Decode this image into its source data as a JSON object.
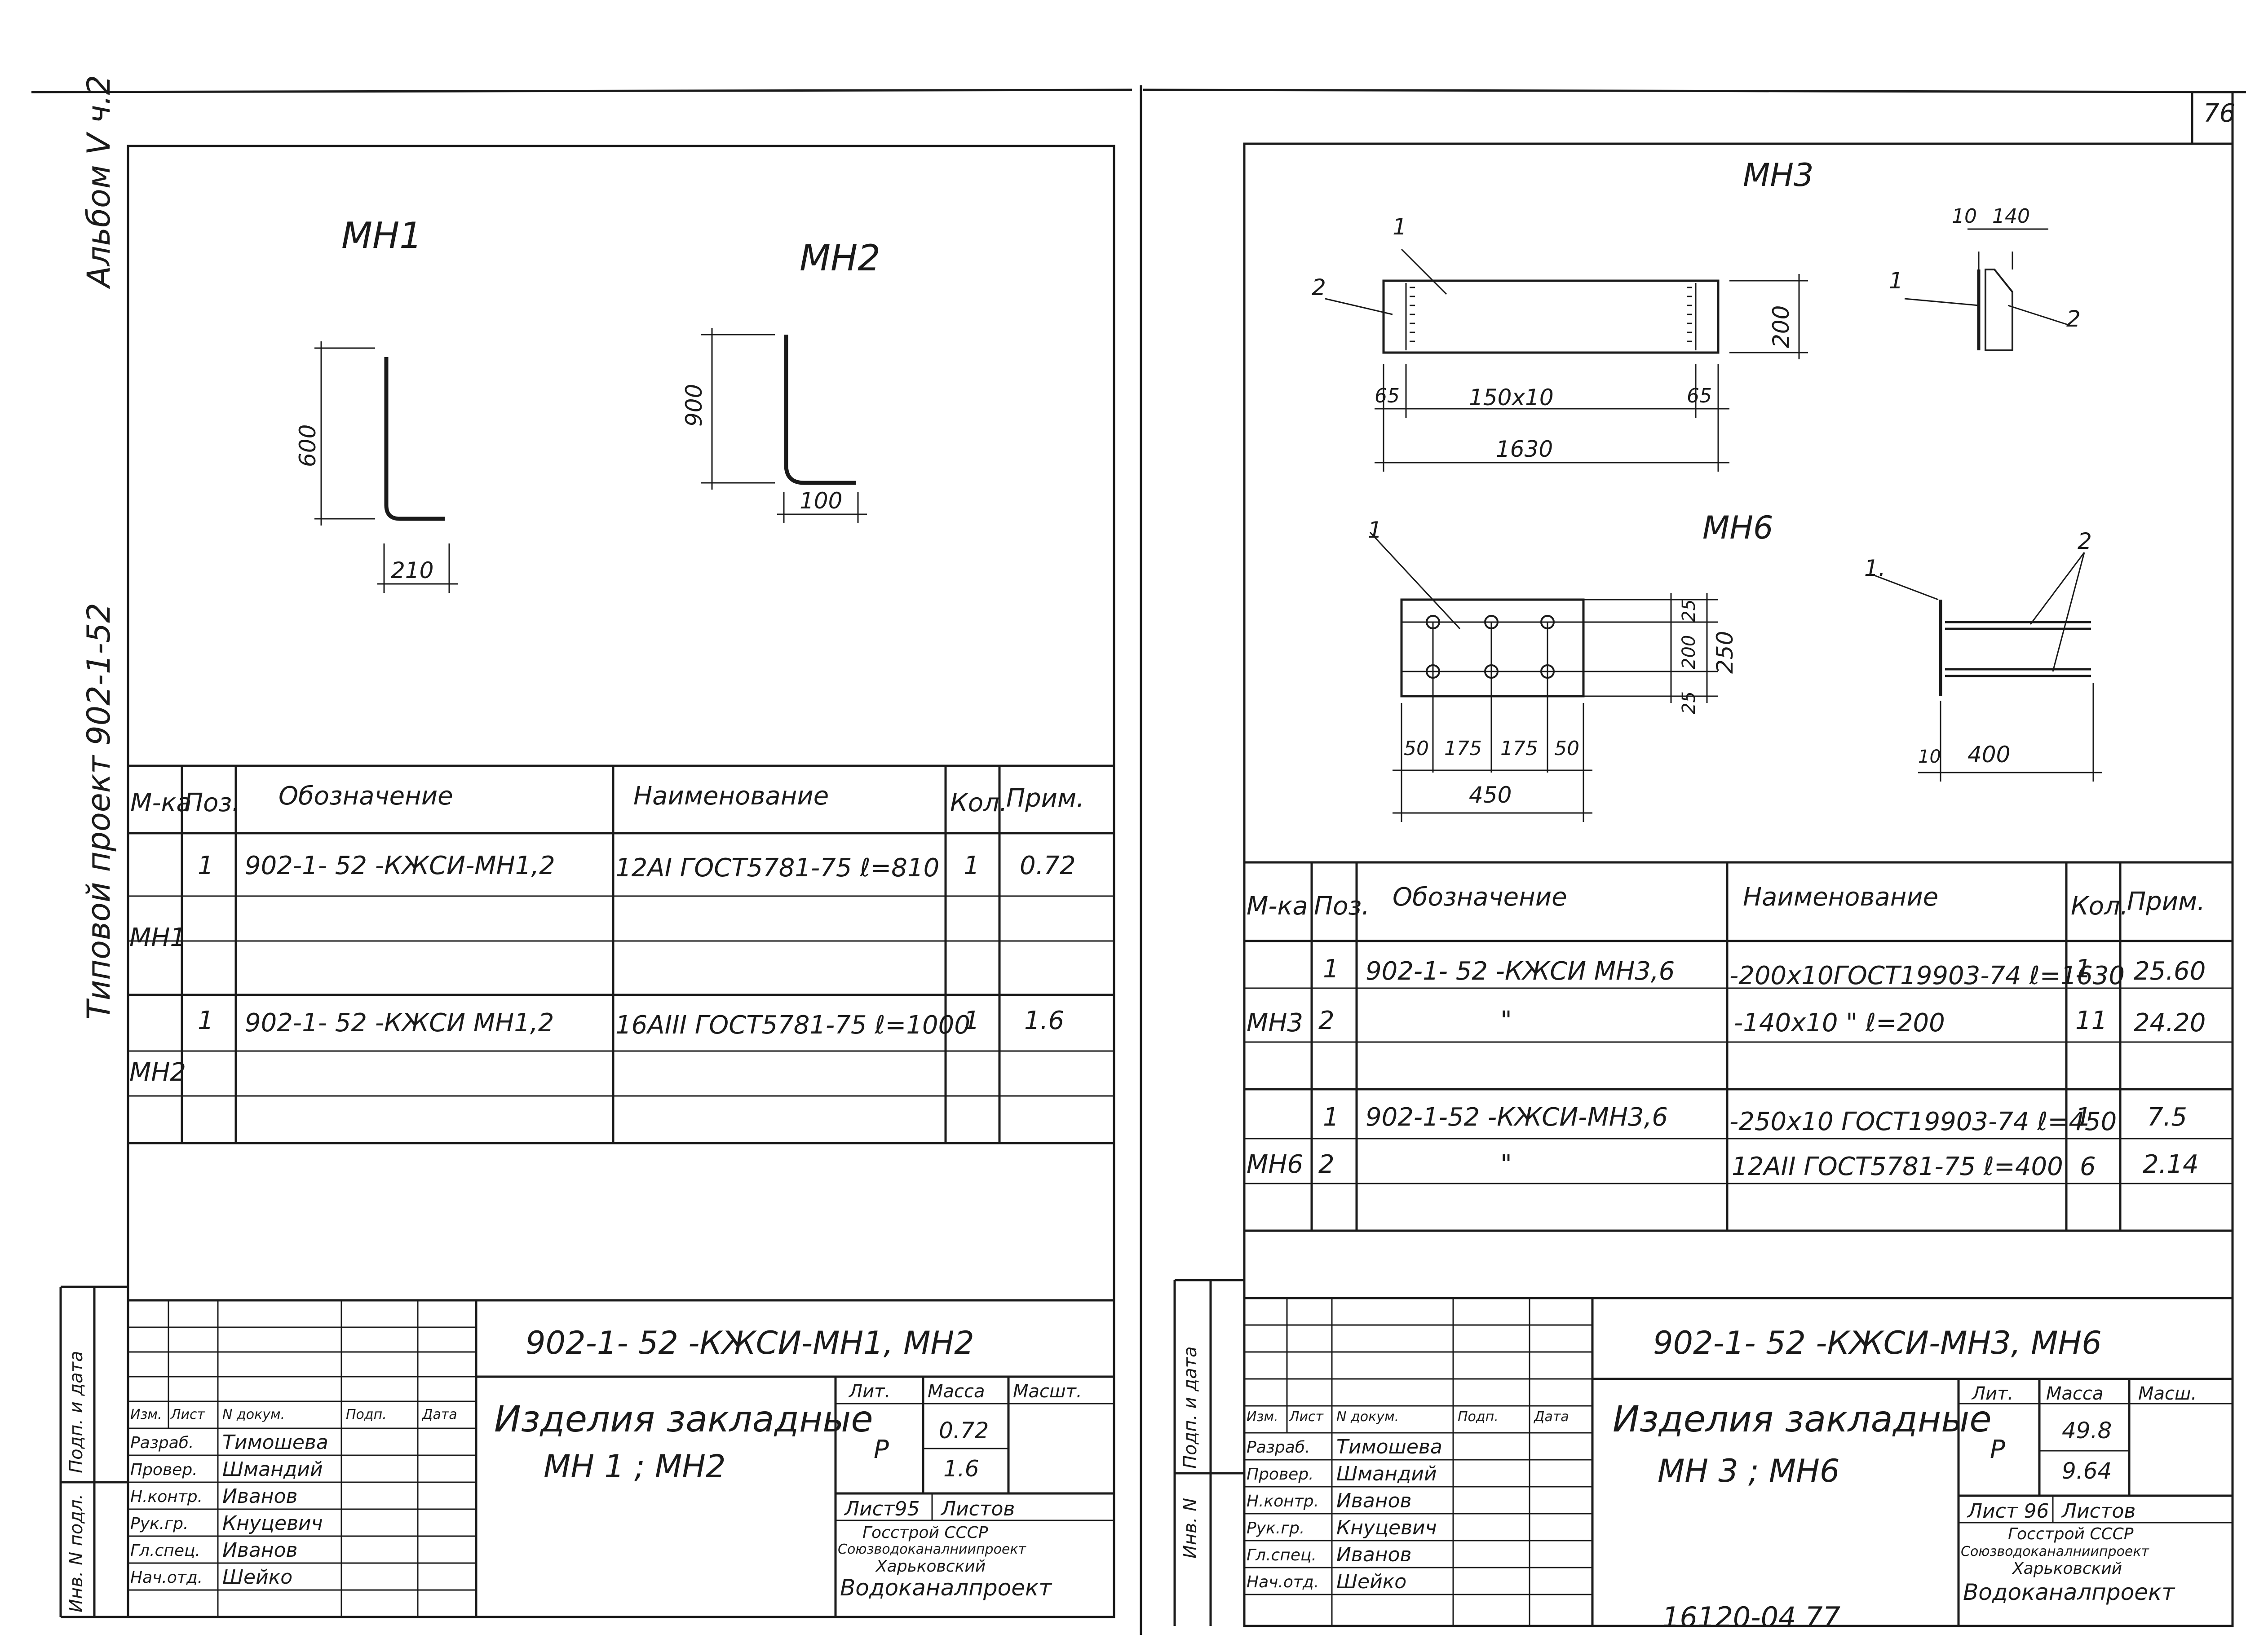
{
  "page_number": "76",
  "bottom_stamp": "16120-04   77",
  "side_labels": {
    "album": "Альбом V ч.2",
    "project": "Типовой проект 902-1-52",
    "left_stamp": [
      "Инв. N подл.",
      "Подп. и дата"
    ],
    "right_stamp": [
      "Инв. N",
      "Подп. и дата"
    ]
  },
  "left_sheet": {
    "drawings": {
      "mn1": {
        "title": "МН1",
        "dims": [
          "600",
          "210"
        ]
      },
      "mn2": {
        "title": "МН2",
        "dims": [
          "900",
          "100"
        ]
      }
    },
    "spec": {
      "headers": [
        "М-ка",
        "Поз.",
        "Обозначение",
        "Наименование",
        "Кол.",
        "Прим."
      ],
      "rows": [
        {
          "mark": "",
          "pos": "1",
          "designation": "902-1- 52    -КЖСИ-МН1,2",
          "name": "12АI ГОСТ5781-75 ℓ=810",
          "qty": "1",
          "note": "0.72"
        },
        {
          "mark": "МН1",
          "pos": "",
          "designation": "",
          "name": "",
          "qty": "",
          "note": ""
        },
        {
          "mark": "",
          "pos": "1",
          "designation": "902-1-  52    -КЖСИ МН1,2",
          "name": "16АIII ГОСТ5781-75 ℓ=1000",
          "qty": "1",
          "note": "1.6"
        },
        {
          "mark": "МН2",
          "pos": "",
          "designation": "",
          "name": "",
          "qty": "",
          "note": ""
        }
      ]
    },
    "title_block": {
      "code": "902-1- 52    -КЖСИ-МН1, МН2",
      "title": "Изделия закладные",
      "subtitle": "МН 1  ;  МН2",
      "cols": [
        "Изм.",
        "Лист",
        "N докум.",
        "Подп.",
        "Дата"
      ],
      "signers": [
        {
          "role": "Разраб.",
          "name": "Тимошева"
        },
        {
          "role": "Провер.",
          "name": "Шмандий"
        },
        {
          "role": "Н.контр.",
          "name": "Иванов"
        },
        {
          "role": "Рук.гр.",
          "name": "Кнуцевич"
        },
        {
          "role": "Гл.спец.",
          "name": "Иванов"
        },
        {
          "role": "Нач.отд.",
          "name": "Шейко"
        }
      ],
      "lit_label": "Лит.",
      "mass_label": "Масса",
      "scale_label": "Масшт.",
      "lit": "Р",
      "masses": [
        "0.72",
        "1.6"
      ],
      "sheet": "Лист95",
      "sheets": "Листов",
      "org": [
        "Госстрой СССР",
        "Союзводоканалниипроект",
        "Харьковский",
        "Водоканалпроект"
      ]
    }
  },
  "right_sheet": {
    "drawings": {
      "mn3": {
        "title": "МН3",
        "labels": [
          "1",
          "2",
          "1",
          "2"
        ],
        "dims": [
          "200",
          "65",
          "150х10",
          "65",
          "1630",
          "10",
          "140"
        ]
      },
      "mn6": {
        "title": "МН6",
        "labels": [
          "1",
          "1.",
          "2"
        ],
        "dims": [
          "25",
          "200",
          "25",
          "250",
          "50",
          "175",
          "175",
          "50",
          "450",
          "10",
          "400"
        ]
      }
    },
    "spec": {
      "headers": [
        "М-ка",
        "Поз.",
        "Обозначение",
        "Наименование",
        "Кол.",
        "Прим."
      ],
      "rows": [
        {
          "mark": "",
          "pos": "1",
          "designation": "902-1- 52    -КЖСИ МН3,6",
          "name": "-200х10ГОСТ19903-74 ℓ=1630",
          "qty": "1",
          "note": "25.60"
        },
        {
          "mark": "МН3",
          "pos": "2",
          "designation": "\"",
          "name": "-140х10     \"     ℓ=200",
          "qty": "11",
          "note": "24.20"
        },
        {
          "mark": "",
          "pos": "",
          "designation": "",
          "name": "",
          "qty": "",
          "note": ""
        },
        {
          "mark": "",
          "pos": "1",
          "designation": "902-1-52 -КЖСИ-МН3,6",
          "name": "-250х10 ГОСТ19903-74 ℓ=450",
          "qty": "1",
          "note": "7.5"
        },
        {
          "mark": "МН6",
          "pos": "2",
          "designation": "\"",
          "name": "12АII ГОСТ5781-75  ℓ=400",
          "qty": "6",
          "note": "2.14"
        }
      ]
    },
    "title_block": {
      "code": "902-1- 52    -КЖСИ-МН3, МН6",
      "title": "Изделия закладные",
      "subtitle": "МН 3  ;  МН6",
      "cols": [
        "Изм.",
        "Лист",
        "N докум.",
        "Подп.",
        "Дата"
      ],
      "signers": [
        {
          "role": "Разраб.",
          "name": "Тимошева"
        },
        {
          "role": "Провер.",
          "name": "Шмандий"
        },
        {
          "role": "Н.контр.",
          "name": "Иванов"
        },
        {
          "role": "Рук.гр.",
          "name": "Кнуцевич"
        },
        {
          "role": "Гл.спец.",
          "name": "Иванов"
        },
        {
          "role": "Нач.отд.",
          "name": "Шейко"
        }
      ],
      "lit_label": "Лит.",
      "mass_label": "Масса",
      "scale_label": "Масш.",
      "lit": "Р",
      "masses": [
        "49.8",
        "9.64"
      ],
      "sheet": "Лист 96",
      "sheets": "Листов",
      "org": [
        "Госстрой СССР",
        "Союзводоканалниипроект",
        "Харьковский",
        "Водоканалпроект"
      ]
    }
  }
}
